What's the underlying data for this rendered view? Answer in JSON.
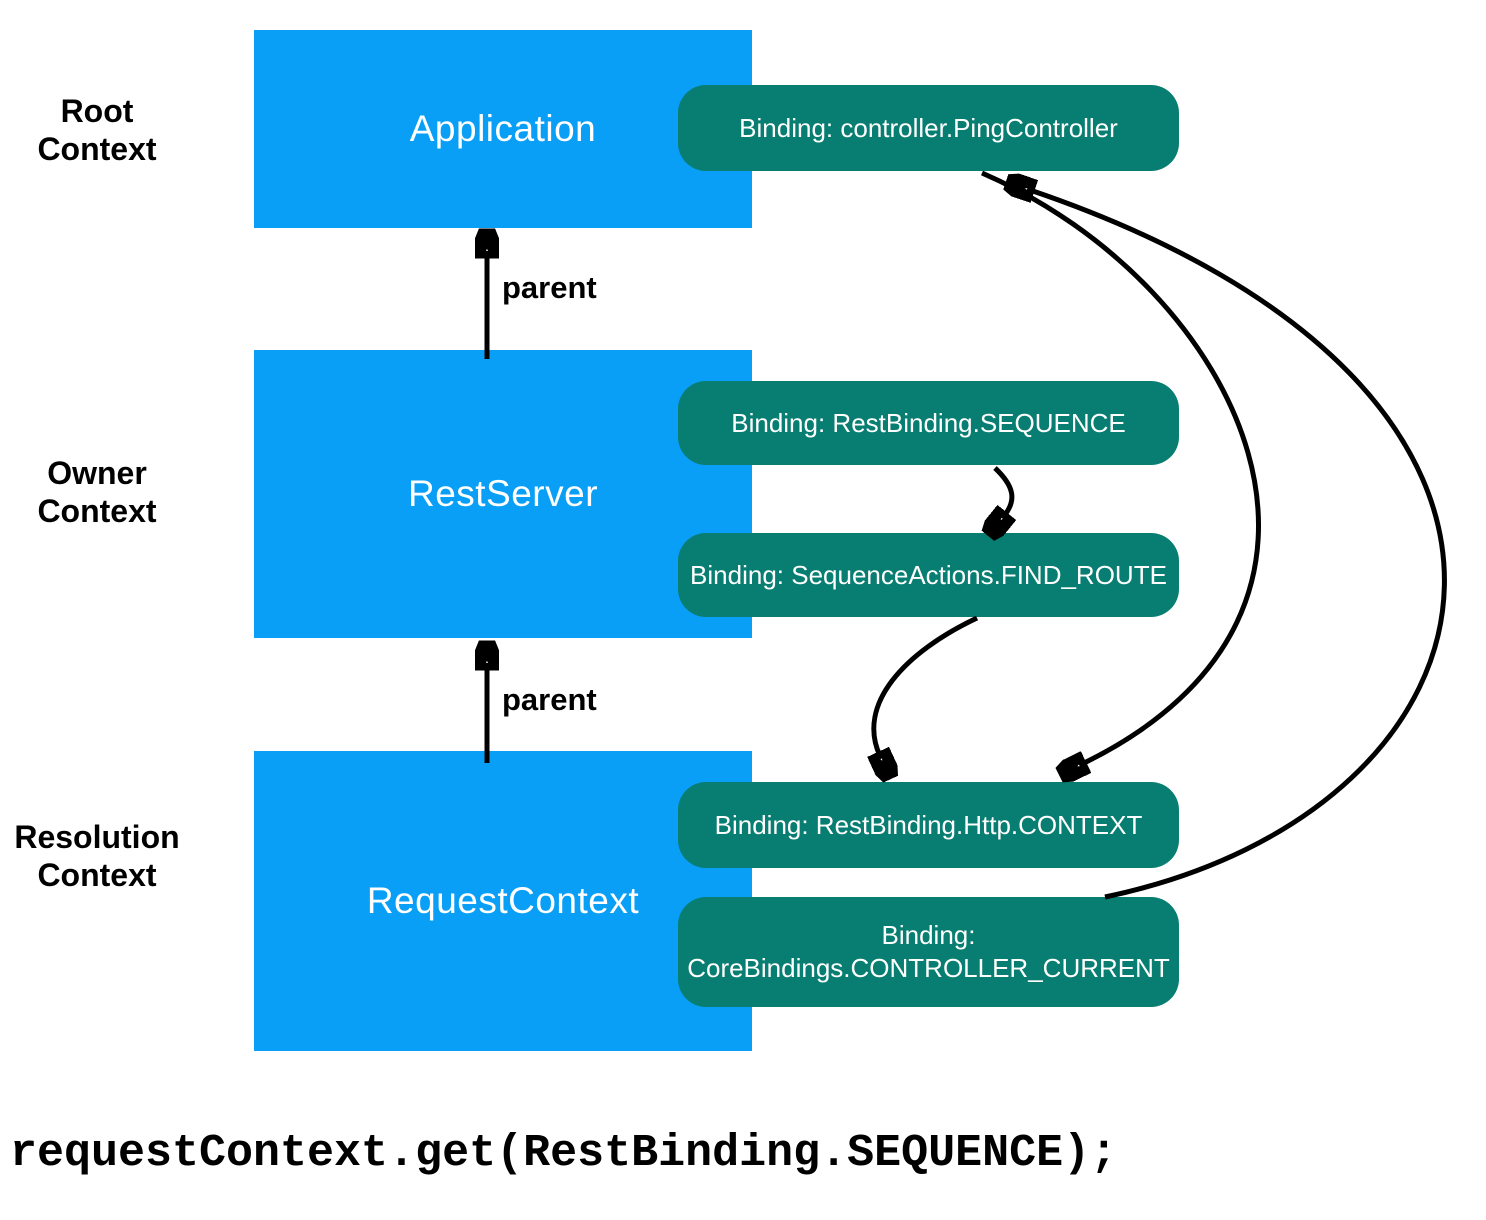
{
  "diagram": {
    "row_labels": [
      {
        "line1": "Root",
        "line2": "Context"
      },
      {
        "line1": "Owner",
        "line2": "Context"
      },
      {
        "line1": "Resolution",
        "line2": "Context"
      }
    ],
    "boxes": [
      {
        "title": "Application"
      },
      {
        "title": "RestServer"
      },
      {
        "title": "RequestContext"
      }
    ],
    "parent_edge_label": "parent",
    "bindings": [
      {
        "label": "Binding: controller.PingController"
      },
      {
        "label": "Binding: RestBinding.SEQUENCE"
      },
      {
        "label": "Binding: SequenceActions.FIND_ROUTE"
      },
      {
        "label": "Binding: RestBinding.Http.CONTEXT"
      },
      {
        "line1": "Binding:",
        "line2": "CoreBindings.CONTROLLER_CURRENT"
      }
    ],
    "code_snippet": "requestContext.get(RestBinding.SEQUENCE);",
    "colors": {
      "context_box": "#099ff7",
      "binding_pill": "#077e71",
      "arrow": "#000000"
    }
  }
}
